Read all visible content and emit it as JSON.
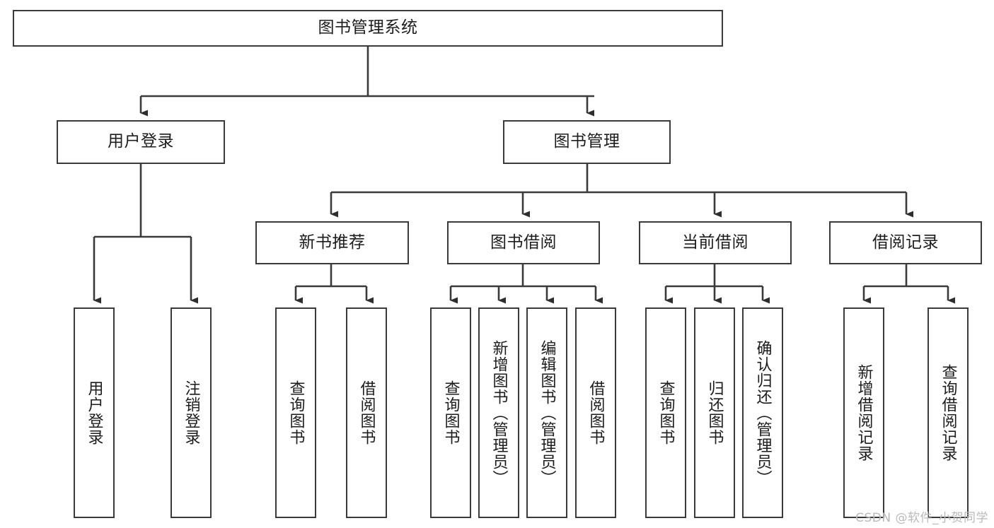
{
  "diagram": {
    "title": "图书管理系统",
    "type": "tree-hierarchy-chart",
    "root": {
      "id": "root",
      "label": "图书管理系统"
    },
    "level2": [
      {
        "id": "user-login",
        "label": "用户登录"
      },
      {
        "id": "book-manage",
        "label": "图书管理"
      }
    ],
    "level3": [
      {
        "id": "new-book-recommend",
        "label": "新书推荐"
      },
      {
        "id": "book-borrow",
        "label": "图书借阅"
      },
      {
        "id": "current-borrow",
        "label": "当前借阅"
      },
      {
        "id": "borrow-record",
        "label": "借阅记录"
      }
    ],
    "leaves": {
      "user_login": [
        {
          "id": "leaf-user-login",
          "label": "用户登录"
        },
        {
          "id": "leaf-logout-login",
          "label": "注销登录"
        }
      ],
      "new_book_recommend": [
        {
          "id": "leaf-query-book-1",
          "label": "查询图书"
        },
        {
          "id": "leaf-borrow-book-1",
          "label": "借阅图书"
        }
      ],
      "book_borrow": [
        {
          "id": "leaf-query-book-2",
          "label": "查询图书"
        },
        {
          "id": "leaf-add-book",
          "label": "新增图书（管理员）"
        },
        {
          "id": "leaf-edit-book",
          "label": "编辑图书（管理员）"
        },
        {
          "id": "leaf-borrow-book-2",
          "label": "借阅图书"
        }
      ],
      "current_borrow": [
        {
          "id": "leaf-query-book-3",
          "label": "查询图书"
        },
        {
          "id": "leaf-return-book",
          "label": "归还图书"
        },
        {
          "id": "leaf-confirm-return",
          "label": "确认归还（管理员）"
        }
      ],
      "borrow_record": [
        {
          "id": "leaf-add-record",
          "label": "新增借阅记录"
        },
        {
          "id": "leaf-query-record",
          "label": "查询借阅记录"
        }
      ]
    },
    "watermark": "CSDN @软件_小贺同学",
    "colors": {
      "stroke": "#3a3a3a",
      "fill": "#ffffff",
      "text": "#1c1c1c",
      "watermark": "#b9b9b9"
    }
  }
}
